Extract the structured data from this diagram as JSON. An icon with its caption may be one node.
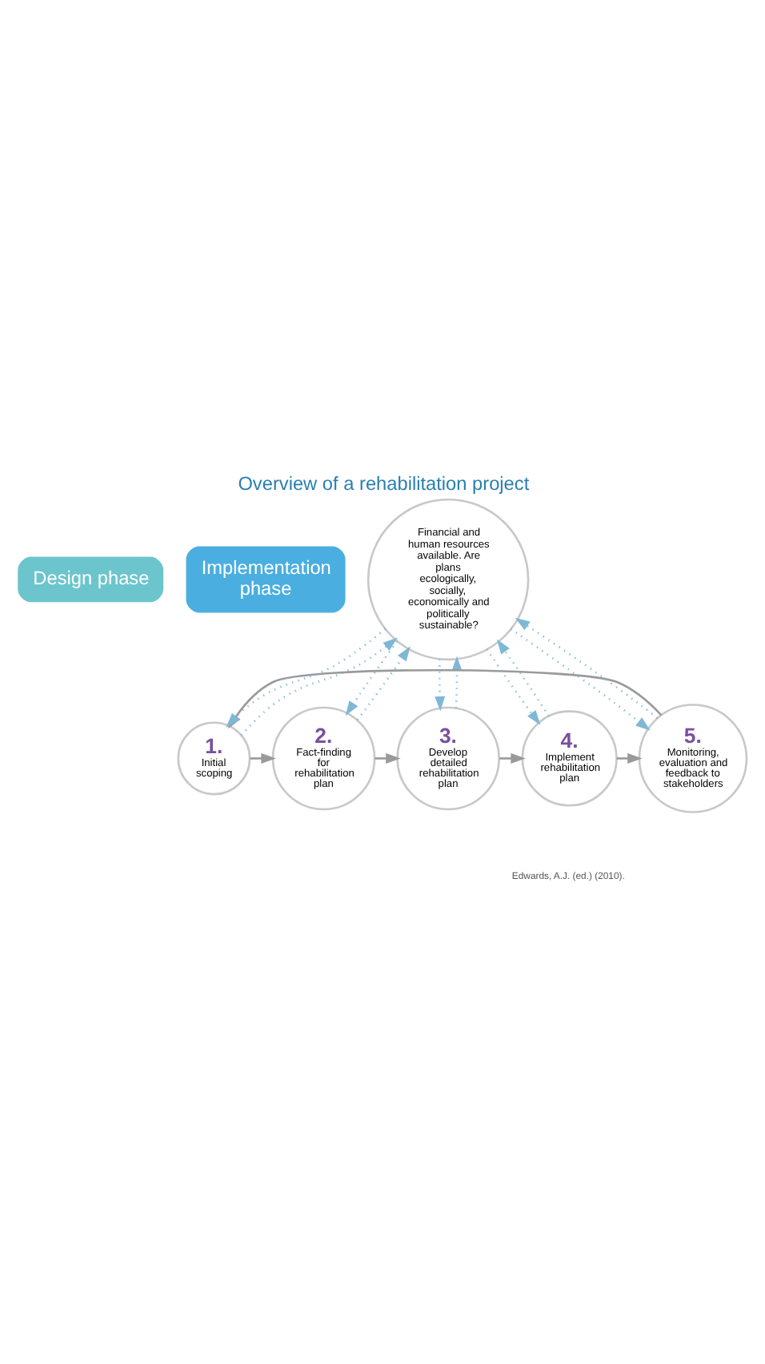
{
  "diagram": {
    "title": "Overview of a rehabilitation project",
    "caption": "Edwards, A.J. (ed.) (2010).",
    "nodes": [
      {
        "text": [
          "Design phase"
        ]
      },
      {
        "text": [
          "Implementation phase"
        ]
      },
      {
        "text": [
          "1.",
          "Initial scoping"
        ]
      },
      {
        "text": [
          "2.",
          "Fact-finding for rehabilitation plan"
        ]
      },
      {
        "text": [
          "3.",
          "Develop detailed rehabilitation plan"
        ]
      },
      {
        "text": [
          "4.",
          "Implement rehabilitation plan"
        ]
      },
      {
        "text": [
          "5.",
          "Monitoring, evaluation and feedback to stakeholders"
        ]
      },
      {
        "text": [
          "Financial and human resources available. Are plans ecologically, socially, economically and politically sustainable?"
        ]
      }
    ],
    "edges": [
      {
        "from": 2,
        "to": 3,
        "arrow": "to"
      },
      {
        "from": 3,
        "to": 4,
        "arrow": "to"
      },
      {
        "from": 4,
        "to": 5,
        "arrow": "to"
      },
      {
        "from": 5,
        "to": 6,
        "arrow": "to"
      },
      {
        "from": 6,
        "to": 2,
        "arrow": "to"
      },
      {
        "from": 2,
        "to": 7,
        "arrow": "to",
        "style": "dashed"
      },
      {
        "from": 7,
        "to": 2,
        "arrow": "to",
        "style": "dashed"
      },
      {
        "from": 3,
        "to": 7,
        "arrow": "to",
        "style": "dashed"
      },
      {
        "from": 7,
        "to": 3,
        "arrow": "to",
        "style": "dashed"
      },
      {
        "from": 4,
        "to": 7,
        "arrow": "to",
        "style": "dashed"
      },
      {
        "from": 7,
        "to": 4,
        "arrow": "to",
        "style": "dashed"
      },
      {
        "from": 5,
        "to": 7,
        "arrow": "to",
        "style": "dashed"
      },
      {
        "from": 7,
        "to": 5,
        "arrow": "to",
        "style": "dashed"
      },
      {
        "from": 6,
        "to": 7,
        "arrow": "to",
        "style": "dashed"
      },
      {
        "from": 7,
        "to": 6,
        "arrow": "to",
        "style": "dashed"
      }
    ]
  }
}
